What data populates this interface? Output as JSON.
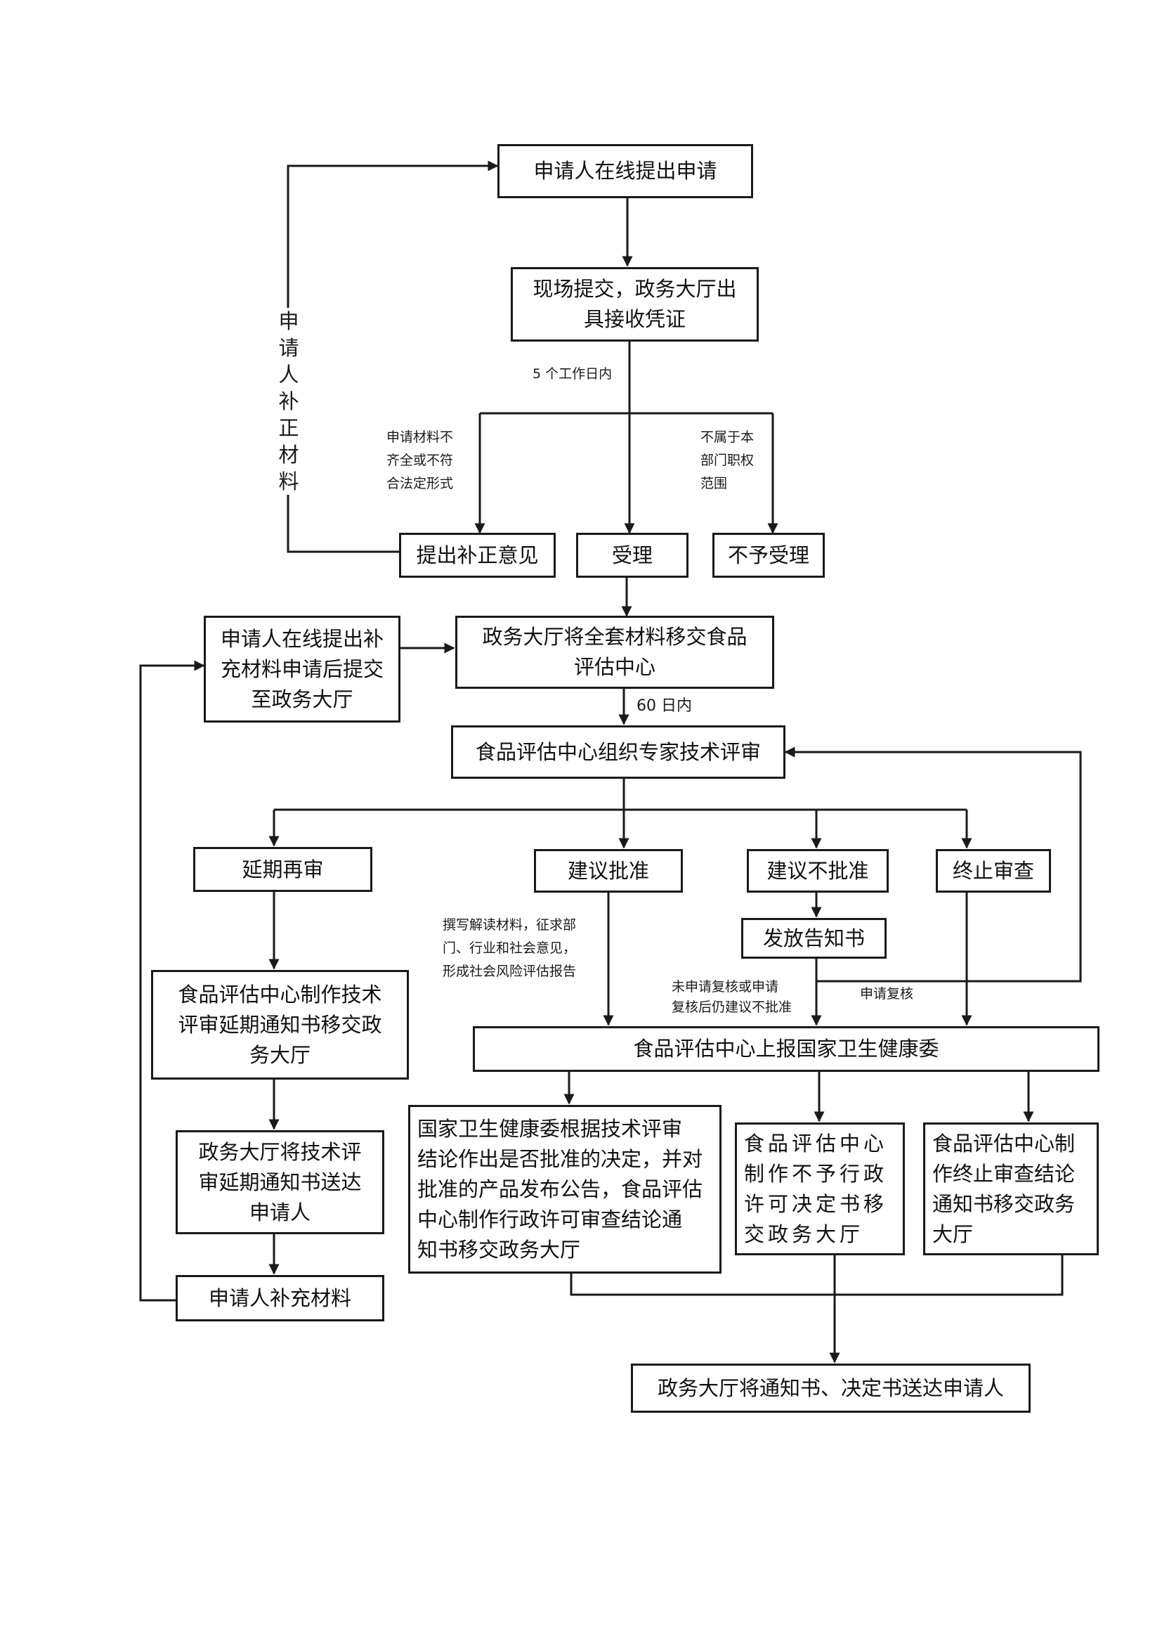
{
  "boxes": {
    "apply_online": "申请人在线提出申请",
    "onsite_submit": "现场提交，政务大厅出\n具接收凭证",
    "request_correction": "提出补正意见",
    "accept": "受理",
    "reject": "不予受理",
    "supplement_online": "申请人在线提出补\n充材料申请后提交\n至政务大厅",
    "transfer_materials": "政务大厅将全套材料移交食品\n评估中心",
    "expert_review": "食品评估中心组织专家技术评审",
    "extend_review": "延期再审",
    "suggest_approve": "建议批准",
    "suggest_reject": "建议不批准",
    "terminate_review": "终止审查",
    "issue_notice": "发放告知书",
    "extension_notice": "食品评估中心制作技术\n评审延期通知书移交政\n务大厅",
    "deliver_extension": "政务大厅将技术评\n审延期通知书送达\n申请人",
    "applicant_supplement": "申请人补充材料",
    "report_nhc": "食品评估中心上报国家卫生健康委",
    "nhc_decision": "国家卫生健康委根据技术评审\n结论作出是否批准的决定，并对\n批准的产品发布公告，食品评估\n中心制作行政许可审查结论通\n知书移交政务大厅",
    "no_license_decision": "食品评估中心\n制作不予行政\n许可决定书移\n交政务大厅",
    "termination_notice": "食品评估中心制\n作终止审查结论\n通知书移交政务\n大厅",
    "deliver_final": "政务大厅将通知书、决定书送达申请人"
  },
  "notes": {
    "within_5_days": "5 个工作日内",
    "incomplete": "申请材料不\n齐全或不符\n合法定形式",
    "out_of_scope": "不属于本\n部门职权\n范围",
    "supplement_materials_vertical": "申请人补正材料",
    "within_60_days": "60 日内",
    "write_materials": "撰写解读材料，征求部\n门、行业和社会意见，\n形成社会风险评估报告",
    "no_recheck": "未申请复核或申请\n复核后仍建议不批准",
    "apply_recheck": "申请复核"
  }
}
